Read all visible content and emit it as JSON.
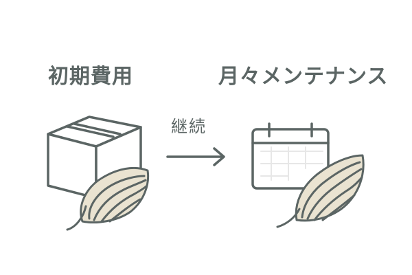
{
  "labels": {
    "initial_cost": "初期費用",
    "monthly_maintenance": "月々メンテナンス",
    "continue": "継続"
  },
  "icons": {
    "left": [
      "box-icon",
      "hair-icon"
    ],
    "middle": "arrow-right-icon",
    "right": [
      "calendar-icon",
      "hair-icon"
    ]
  },
  "colors": {
    "stroke": "#5b6564",
    "hair_fill": "#eae3d1",
    "background": "#ffffff"
  }
}
